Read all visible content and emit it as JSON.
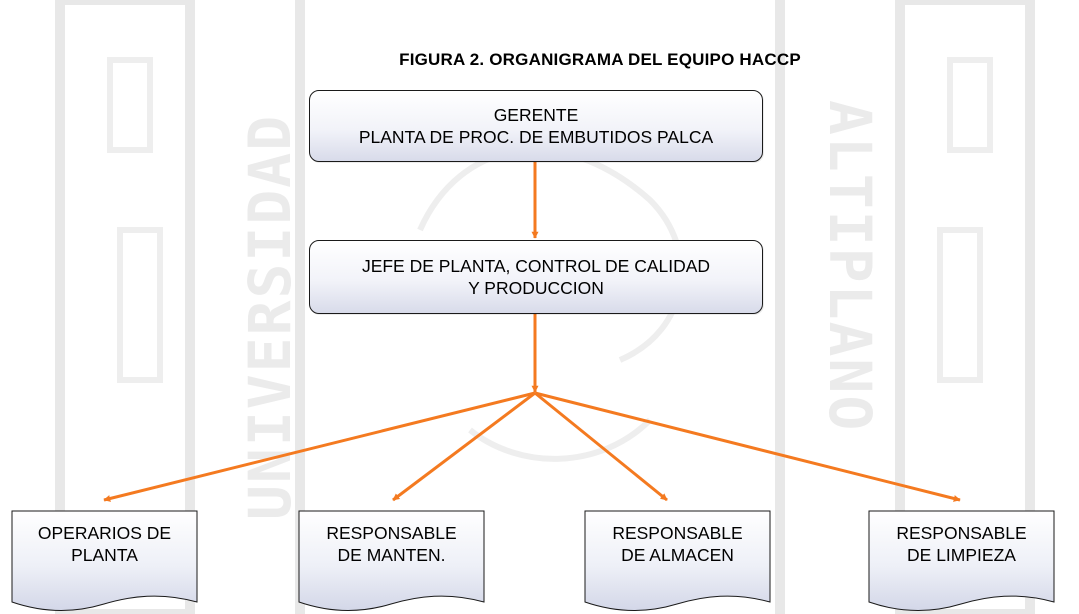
{
  "title": "FIGURA 2. ORGANIGRAMA DEL EQUIPO HACCP",
  "watermark": {
    "left_text": "UNIVERSIDAD",
    "right_text": "ALTIPLANO",
    "color": "#e6e6e6"
  },
  "colors": {
    "connector": "#f47a20",
    "box_border": "#1a1a1a",
    "box_fill_top": "#ffffff",
    "box_fill_bottom": "#d8dbea"
  },
  "nodes": {
    "gerente": {
      "line1": "GERENTE",
      "line2": "PLANTA DE PROC. DE EMBUTIDOS PALCA"
    },
    "jefe": {
      "line1": "JEFE DE PLANTA, CONTROL DE CALIDAD",
      "line2": "Y PRODUCCION"
    },
    "children": [
      {
        "line1": "OPERARIOS DE",
        "line2": "PLANTA"
      },
      {
        "line1": "RESPONSABLE",
        "line2": "DE MANTEN."
      },
      {
        "line1": "RESPONSABLE",
        "line2": "DE ALMACEN"
      },
      {
        "line1": "RESPONSABLE",
        "line2": "DE LIMPIEZA"
      }
    ]
  }
}
